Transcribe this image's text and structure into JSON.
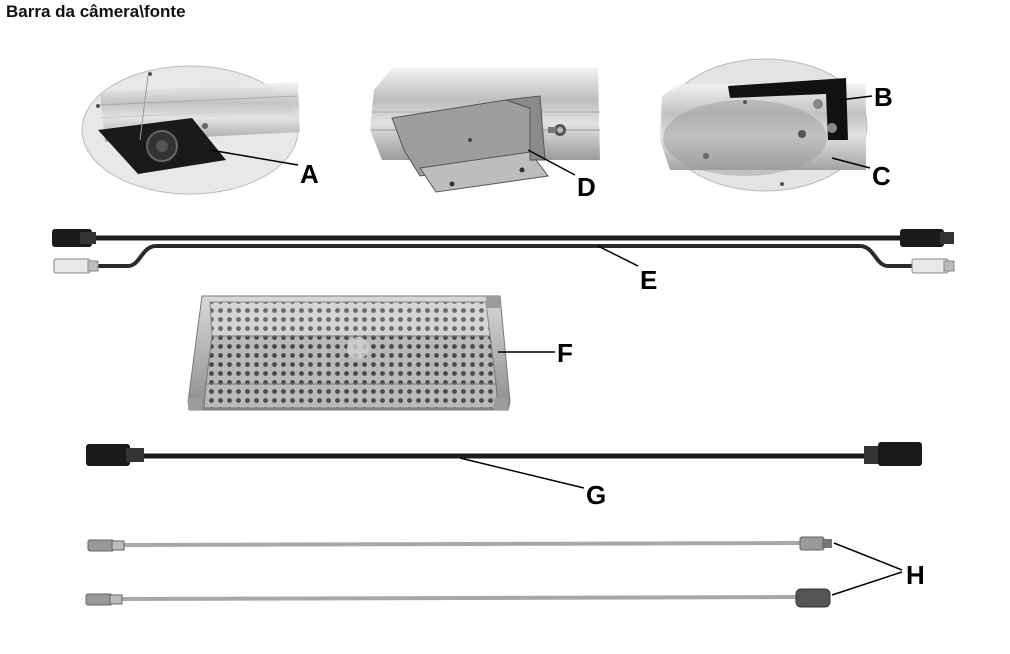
{
  "page": {
    "title": "Barra da câmera\\fonte"
  },
  "labels": {
    "a": "A",
    "b": "B",
    "c": "C",
    "d": "D",
    "e": "E",
    "f": "F",
    "g": "G",
    "h": "H"
  },
  "colors": {
    "cable": "#1c1c1c",
    "metal": "#c8c8c8",
    "grey_cable": "#a8a8a8"
  }
}
